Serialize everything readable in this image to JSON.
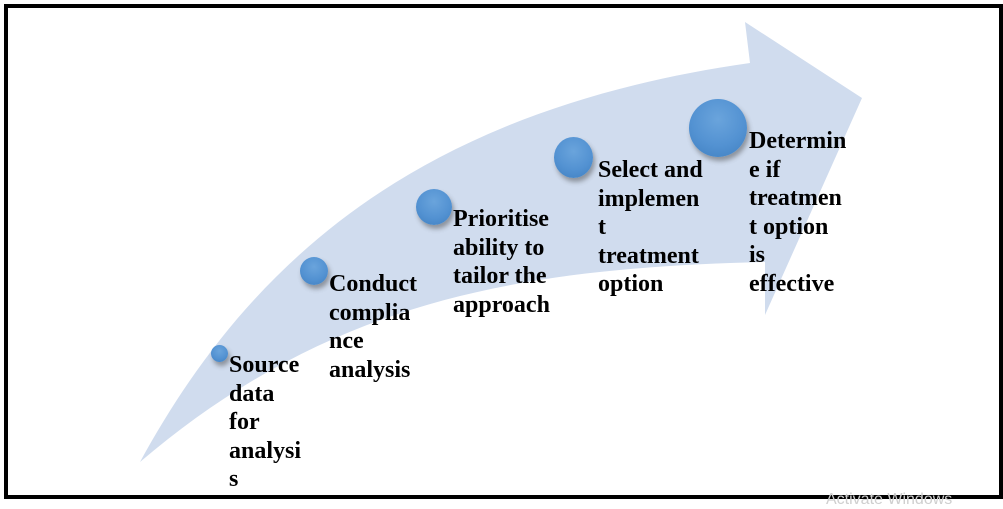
{
  "diagram": {
    "type": "process-arrow",
    "colors": {
      "arrow_fill": "#d0dcee",
      "dot_fill": "#5392d2",
      "text": "#000000",
      "border": "#000000"
    },
    "steps": [
      {
        "label": "Source data for analysis",
        "display": "Source\ndata\nfor\nanalysi\ns"
      },
      {
        "label": "Conduct compliance analysis",
        "display": "Conduct\ncomplia\nnce\nanalysis"
      },
      {
        "label": "Prioritise ability to tailor the approach",
        "display": "Prioritise\nability to\ntailor the\napproach"
      },
      {
        "label": "Select and implement treatment option",
        "display": "Select and\nimplemen\nt\ntreatment\noption"
      },
      {
        "label": "Determine if treatment option is effective",
        "display": "Determin\ne if\ntreatmen\nt option\nis\neffective"
      }
    ]
  },
  "overlay": {
    "watermark": "Activate Windows"
  }
}
